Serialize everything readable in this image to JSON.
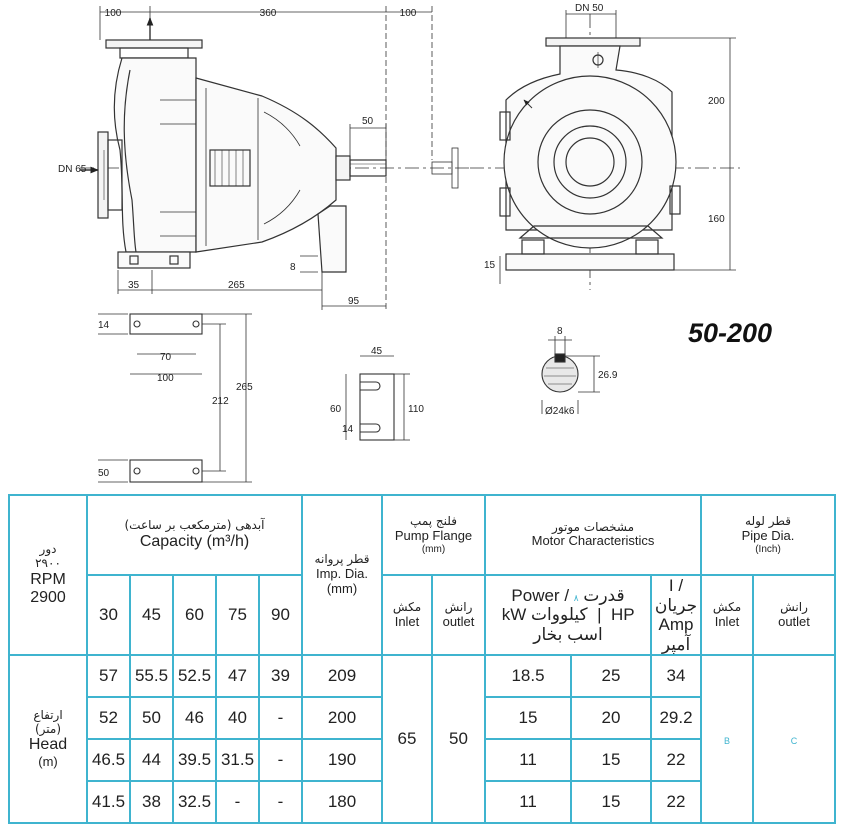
{
  "model": "50-200",
  "dimensions": {
    "top_100_left": "100",
    "top_360": "360",
    "top_100_right": "100",
    "dn_outlet": "DN 50",
    "dn_inlet": "DN 65",
    "shaft_50": "50",
    "h_200": "200",
    "h_160": "160",
    "d_8": "8",
    "d_35": "35",
    "d_265_base": "265",
    "d_95": "95",
    "d_15": "15",
    "foot_14": "14",
    "foot_70": "70",
    "foot_100": "100",
    "foot_212": "212",
    "foot_265": "265",
    "foot_50": "50",
    "slot_45": "45",
    "slot_60": "60",
    "slot_110": "110",
    "slot_14": "14",
    "key_8": "8",
    "key_26_9": "26.9",
    "key_dia": "Ø24k6"
  },
  "table": {
    "rpm_fa": "دور",
    "rpm_fa_num": "۲۹۰۰",
    "rpm_label": "RPM",
    "rpm_value": "2900",
    "capacity_fa": "آبدهی (مترمکعب بر ساعت)",
    "capacity_en": "Capacity (m³/h)",
    "capacity_cols": [
      "30",
      "45",
      "60",
      "75",
      "90"
    ],
    "imp_fa": "قطر پروانه",
    "imp_en": "Imp. Dia.",
    "imp_unit": "(mm)",
    "flange_fa": "فلنج پمپ",
    "flange_en": "Pump Flange",
    "flange_unit": "(mm)",
    "inlet_fa": "مکش",
    "inlet_en": "Inlet",
    "outlet_fa": "رانش",
    "outlet_en": "outlet",
    "motor_fa": "مشخصات موتور",
    "motor_en": "Motor Characteristics",
    "power_label": "Power  /  قدرت",
    "power_mark": "٨",
    "current_label": "I / جریان",
    "kw": "kW",
    "kw_fa": "کیلووات",
    "hp": "HP",
    "hp_fa": "اسب بخار",
    "amp": "Amp",
    "amp_fa": "آمپر",
    "pipe_fa": "قطر لوله",
    "pipe_en": "Pipe Dia.",
    "pipe_unit": "(Inch)",
    "head_fa": "ارتفاع",
    "head_fa_unit": "(متر)",
    "head_en": "Head",
    "head_unit": "(m)",
    "rows": [
      {
        "h": [
          "57",
          "55.5",
          "52.5",
          "47",
          "39"
        ],
        "imp": "209",
        "kw": "18.5",
        "hp": "25",
        "amp": "34"
      },
      {
        "h": [
          "52",
          "50",
          "46",
          "40",
          "-"
        ],
        "imp": "200",
        "kw": "15",
        "hp": "20",
        "amp": "29.2"
      },
      {
        "h": [
          "46.5",
          "44",
          "39.5",
          "31.5",
          "-"
        ],
        "imp": "190",
        "kw": "11",
        "hp": "15",
        "amp": "22"
      },
      {
        "h": [
          "41.5",
          "38",
          "32.5",
          "-",
          "-"
        ],
        "imp": "180",
        "kw": "11",
        "hp": "15",
        "amp": "22"
      }
    ],
    "flange_inlet": "65",
    "flange_outlet": "50",
    "pipe_inlet": "B",
    "pipe_outlet": "C"
  }
}
